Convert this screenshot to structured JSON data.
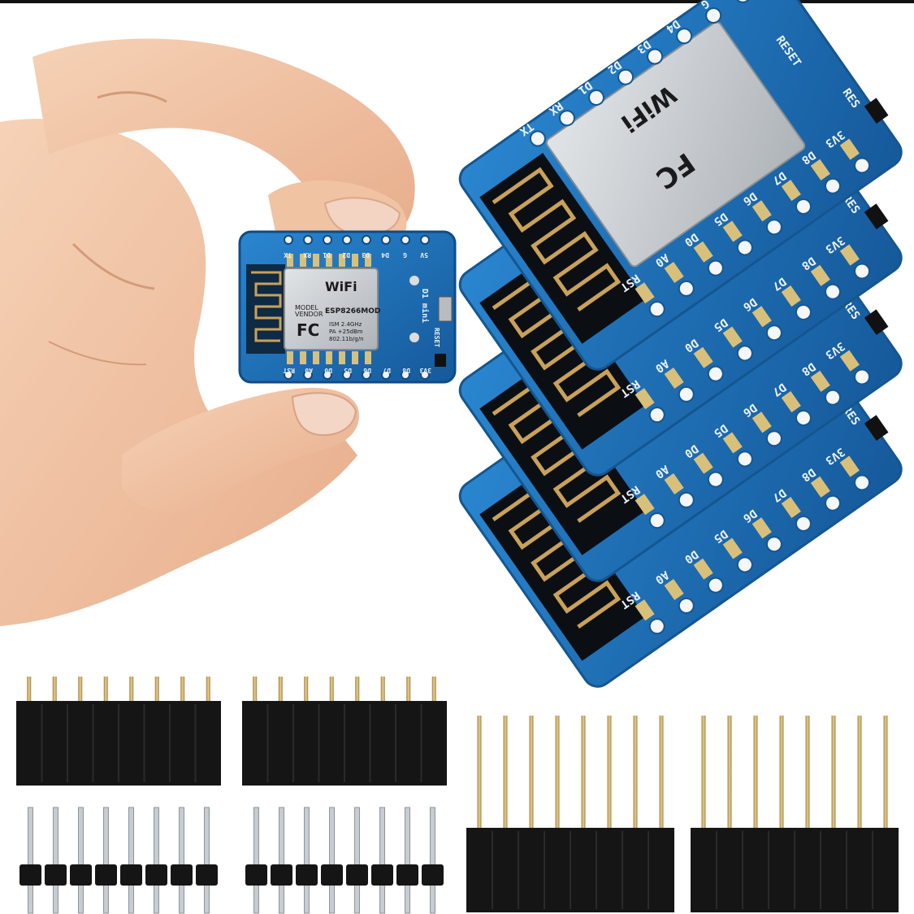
{
  "colors": {
    "pcb": "#1f6fb8",
    "pcb_edge": "#15568f",
    "pcb_light": "#2f8ad4",
    "antenna_trace": "#c9a15a",
    "chip_shield": "#c8ccd0",
    "header_black": "#151515",
    "pin_gold": "#c8a660",
    "skin": "#f1c3a3"
  },
  "top_pins": [
    "TX",
    "RX",
    "D1",
    "D2",
    "D3",
    "D4",
    "G",
    "5V"
  ],
  "bottom_pins": [
    "RST",
    "A0",
    "D0",
    "D5",
    "D6",
    "D7",
    "D8",
    "3V3"
  ],
  "board_labels": {
    "model": "D1 mini",
    "reset": "RESET",
    "res_cut": "RES",
    "d1": "D1"
  },
  "chip_text": {
    "wifi": "WiFi",
    "model": "MODEL",
    "vendor": "VENDOR",
    "module": "ESP8266MOD",
    "fc": "FC",
    "ism": "ISM 2.4GHz",
    "pa": "PA +25dBm",
    "standard": "802.11b/g/n"
  },
  "icons": [
    "hand-image",
    "wemos-d1-mini-board",
    "esp8266-module",
    "female-header",
    "male-header",
    "long-stacking-header"
  ]
}
